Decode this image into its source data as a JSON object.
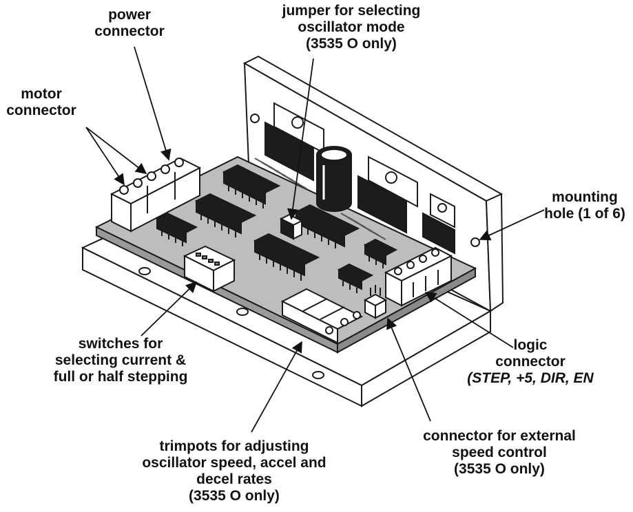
{
  "labels": {
    "power_connector": [
      "power",
      "connector"
    ],
    "motor_connector": [
      "motor",
      "connector"
    ],
    "jumper": [
      "jumper for selecting",
      "oscillator mode",
      "(3535 O only)"
    ],
    "mounting_hole": [
      "mounting",
      "hole (1 of 6)"
    ],
    "switches": [
      "switches for",
      "selecting current &",
      "full or half stepping"
    ],
    "logic_connector": [
      "logic",
      "connector",
      "(STEP, +5, DIR, EN"
    ],
    "trimpots": [
      "trimpots for adjusting",
      "oscillator speed, accel and",
      "decel rates",
      "(3535 O  only)"
    ],
    "external_speed": [
      "connector for external",
      "speed control",
      "(3535 O  only)"
    ]
  },
  "colors": {
    "line": "#1a1a1a",
    "board": "#bdbdbd",
    "chip": "#1c1c1c",
    "frame": "#ffffff"
  }
}
